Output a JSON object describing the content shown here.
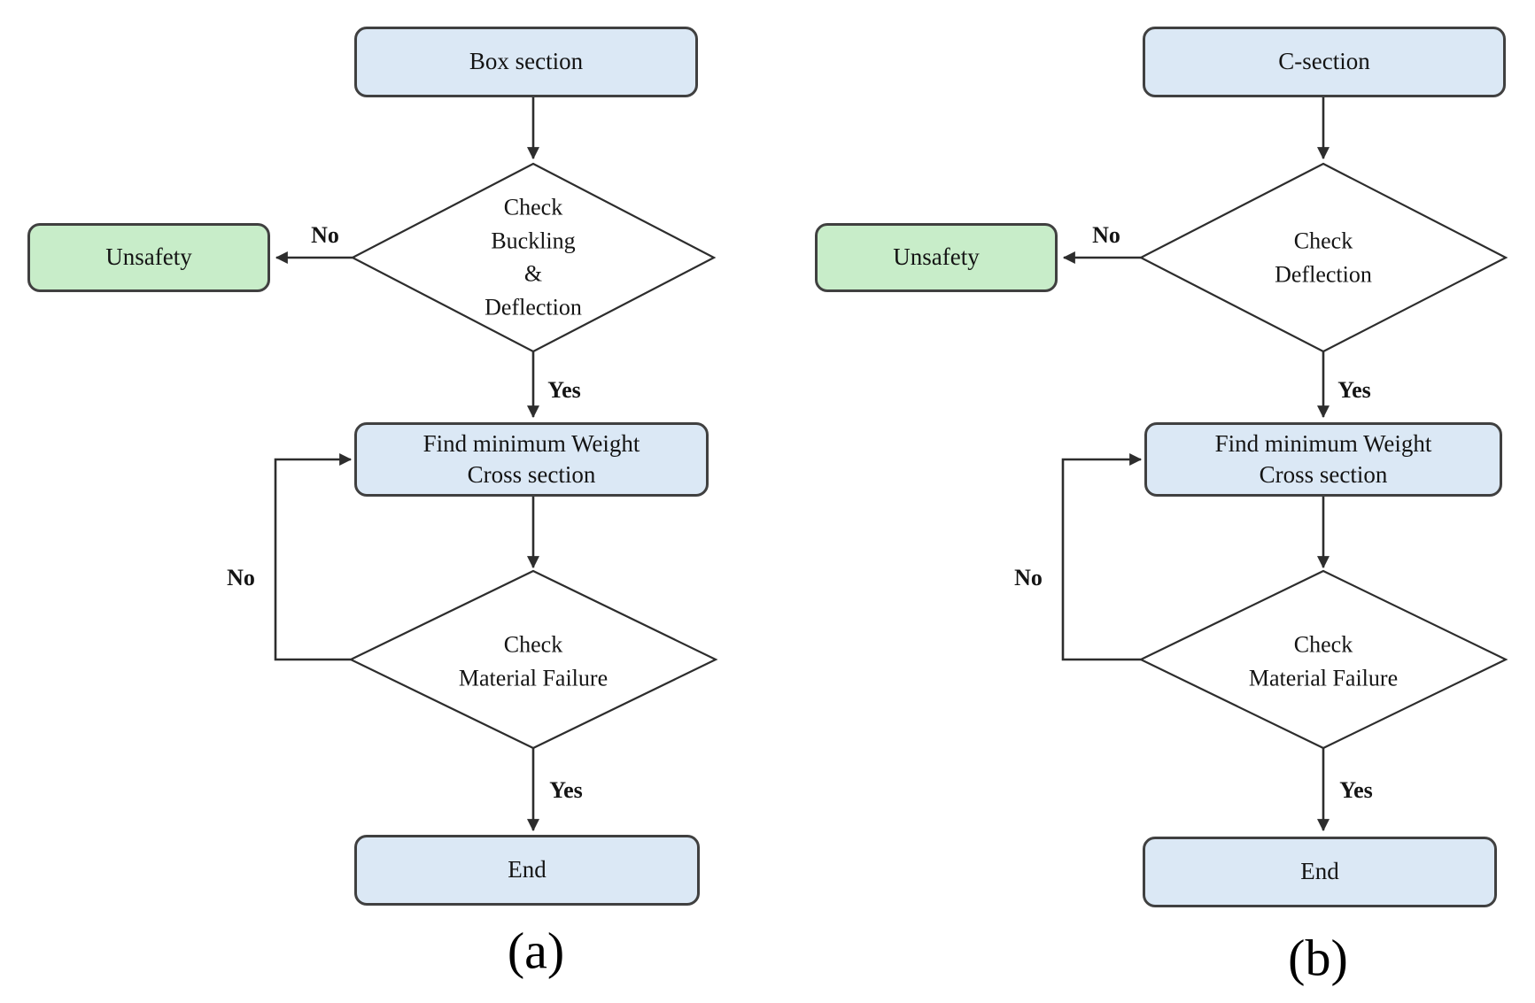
{
  "figure": {
    "colors": {
      "process_fill": "#dbe8f5",
      "terminal_fill": "#c8edc9",
      "node_border": "#404040",
      "line": "#2d2d2d",
      "text": "#141414"
    },
    "panels": [
      {
        "caption": "(a)",
        "start": "Box section",
        "decision1": "Check\nBuckling\n&\nDeflection",
        "unsafe": "Unsafety",
        "no1": "No",
        "yes1": "Yes",
        "process": "Find minimum Weight\nCross section",
        "no2": "No",
        "decision2": "Check\nMaterial Failure",
        "yes2": "Yes",
        "end": "End"
      },
      {
        "caption": "(b)",
        "start": "C-section",
        "decision1": "Check\nDeflection",
        "unsafe": "Unsafety",
        "no1": "No",
        "yes1": "Yes",
        "process": "Find minimum Weight\nCross section",
        "no2": "No",
        "decision2": "Check\nMaterial Failure",
        "yes2": "Yes",
        "end": "End"
      }
    ]
  }
}
